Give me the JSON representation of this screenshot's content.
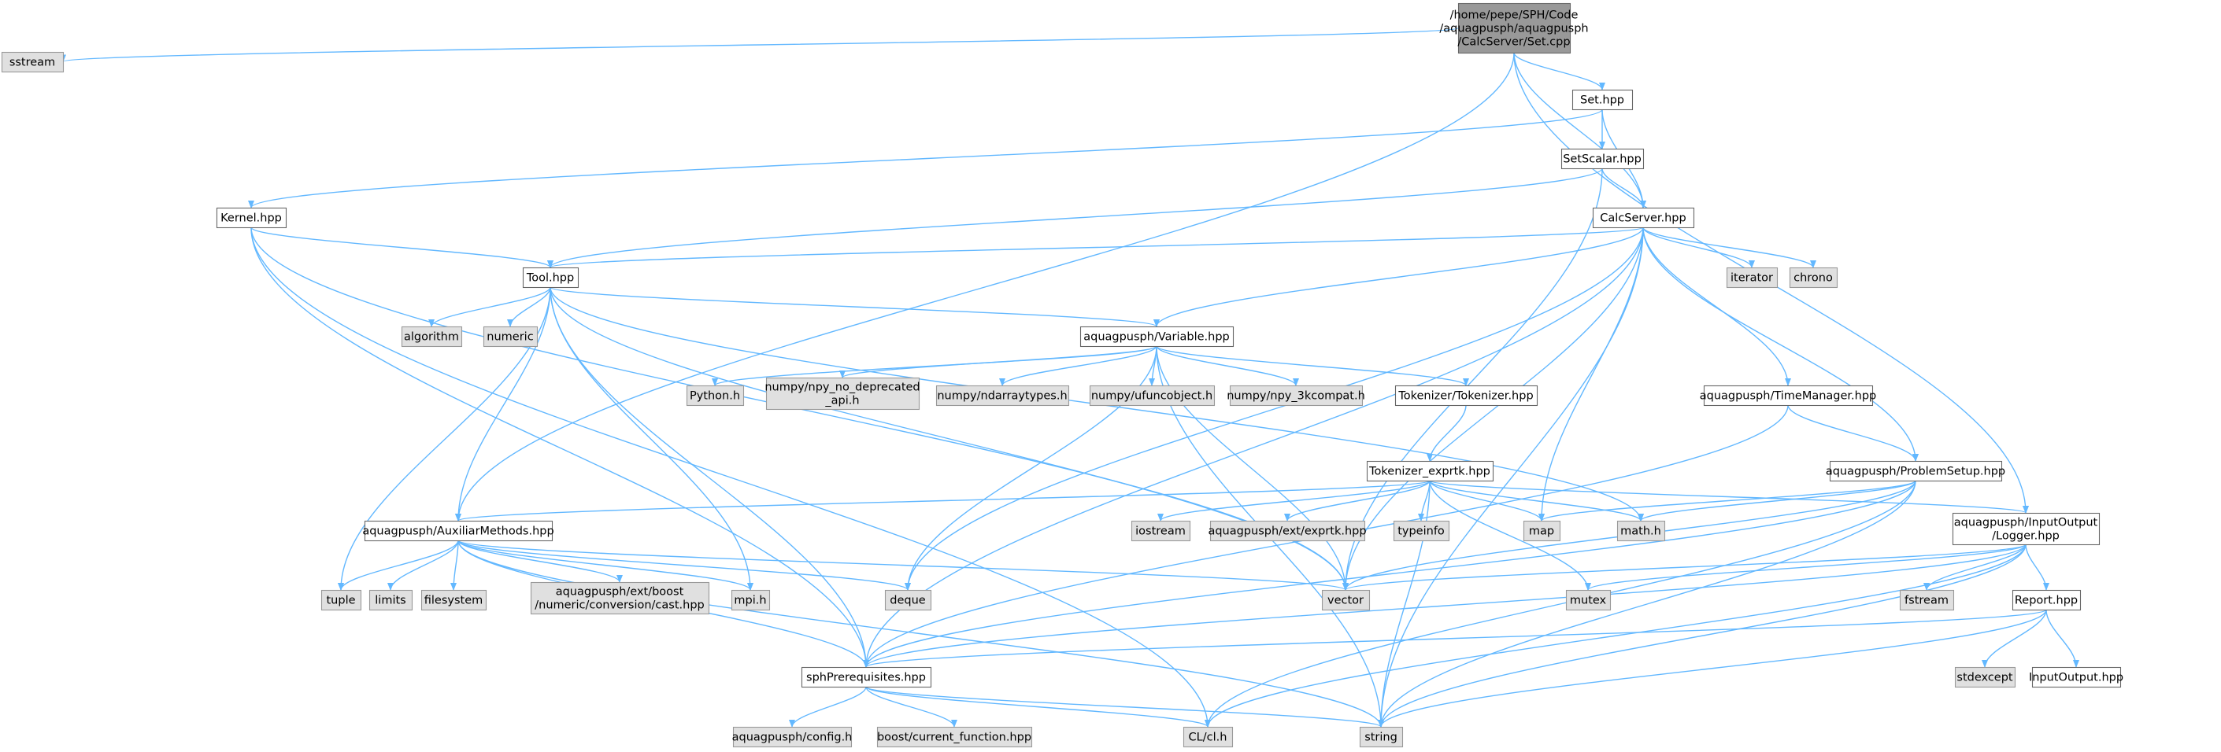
{
  "graph": {
    "colors": {
      "edge": "#63b8ff",
      "root_fill": "#999999",
      "root_stroke": "#666666",
      "doc_fill": "#ffffff",
      "doc_stroke": "#666666",
      "ext_fill": "#e0e0e0",
      "ext_stroke": "#999999"
    },
    "nodes": [
      {
        "id": "root",
        "kind": "root",
        "lines": [
          "/home/pepe/SPH/Code",
          "/aquagpusph/aquagpusph",
          "/CalcServer/Set.cpp"
        ]
      },
      {
        "id": "sstream",
        "kind": "ext",
        "lines": [
          "sstream"
        ]
      },
      {
        "id": "set_hpp",
        "kind": "doc",
        "lines": [
          "Set.hpp"
        ]
      },
      {
        "id": "setscalar_hpp",
        "kind": "doc",
        "lines": [
          "SetScalar.hpp"
        ]
      },
      {
        "id": "kernel_hpp",
        "kind": "doc",
        "lines": [
          "Kernel.hpp"
        ]
      },
      {
        "id": "calcserver_hpp",
        "kind": "doc",
        "lines": [
          "CalcServer.hpp"
        ]
      },
      {
        "id": "tool_hpp",
        "kind": "doc",
        "lines": [
          "Tool.hpp"
        ]
      },
      {
        "id": "iterator",
        "kind": "ext",
        "lines": [
          "iterator"
        ]
      },
      {
        "id": "chrono",
        "kind": "ext",
        "lines": [
          "chrono"
        ]
      },
      {
        "id": "algorithm",
        "kind": "ext",
        "lines": [
          "algorithm"
        ]
      },
      {
        "id": "numeric",
        "kind": "ext",
        "lines": [
          "numeric"
        ]
      },
      {
        "id": "variable_hpp",
        "kind": "doc",
        "lines": [
          "aquagpusph/Variable.hpp"
        ]
      },
      {
        "id": "python_h",
        "kind": "ext",
        "lines": [
          "Python.h"
        ]
      },
      {
        "id": "npy_no_dep",
        "kind": "ext",
        "lines": [
          "numpy/npy_no_deprecated",
          "_api.h"
        ]
      },
      {
        "id": "ndarraytypes",
        "kind": "ext",
        "lines": [
          "numpy/ndarraytypes.h"
        ]
      },
      {
        "id": "ufuncobject",
        "kind": "ext",
        "lines": [
          "numpy/ufuncobject.h"
        ]
      },
      {
        "id": "npy_3kcompat",
        "kind": "ext",
        "lines": [
          "numpy/npy_3kcompat.h"
        ]
      },
      {
        "id": "tokenizer_hpp",
        "kind": "doc",
        "lines": [
          "Tokenizer/Tokenizer.hpp"
        ]
      },
      {
        "id": "timemanager_hpp",
        "kind": "doc",
        "lines": [
          "aquagpusph/TimeManager.hpp"
        ]
      },
      {
        "id": "tokenizer_exprtk",
        "kind": "doc",
        "lines": [
          "Tokenizer_exprtk.hpp"
        ]
      },
      {
        "id": "problemsetup_hpp",
        "kind": "doc",
        "lines": [
          "aquagpusph/ProblemSetup.hpp"
        ]
      },
      {
        "id": "auxiliar_hpp",
        "kind": "doc",
        "lines": [
          "aquagpusph/AuxiliarMethods.hpp"
        ]
      },
      {
        "id": "iostream",
        "kind": "ext",
        "lines": [
          "iostream"
        ]
      },
      {
        "id": "exprtk",
        "kind": "ext",
        "lines": [
          "aquagpusph/ext/exprtk.hpp"
        ]
      },
      {
        "id": "typeinfo",
        "kind": "ext",
        "lines": [
          "typeinfo"
        ]
      },
      {
        "id": "map",
        "kind": "ext",
        "lines": [
          "map"
        ]
      },
      {
        "id": "math_h",
        "kind": "ext",
        "lines": [
          "math.h"
        ]
      },
      {
        "id": "logger_hpp",
        "kind": "doc",
        "lines": [
          "aquagpusph/InputOutput",
          "/Logger.hpp"
        ]
      },
      {
        "id": "tuple",
        "kind": "ext",
        "lines": [
          "tuple"
        ]
      },
      {
        "id": "limits",
        "kind": "ext",
        "lines": [
          "limits"
        ]
      },
      {
        "id": "filesystem",
        "kind": "ext",
        "lines": [
          "filesystem"
        ]
      },
      {
        "id": "boost_cast",
        "kind": "ext",
        "lines": [
          "aquagpusph/ext/boost",
          "/numeric/conversion/cast.hpp"
        ]
      },
      {
        "id": "mpi_h",
        "kind": "ext",
        "lines": [
          "mpi.h"
        ]
      },
      {
        "id": "deque",
        "kind": "ext",
        "lines": [
          "deque"
        ]
      },
      {
        "id": "vector",
        "kind": "ext",
        "lines": [
          "vector"
        ]
      },
      {
        "id": "mutex",
        "kind": "ext",
        "lines": [
          "mutex"
        ]
      },
      {
        "id": "fstream",
        "kind": "ext",
        "lines": [
          "fstream"
        ]
      },
      {
        "id": "report_hpp",
        "kind": "doc",
        "lines": [
          "Report.hpp"
        ]
      },
      {
        "id": "sphprereq_hpp",
        "kind": "doc",
        "lines": [
          "sphPrerequisites.hpp"
        ]
      },
      {
        "id": "stdexcept",
        "kind": "ext",
        "lines": [
          "stdexcept"
        ]
      },
      {
        "id": "inputoutput_hpp",
        "kind": "doc",
        "lines": [
          "InputOutput.hpp"
        ]
      },
      {
        "id": "config_h",
        "kind": "ext",
        "lines": [
          "aquagpusph/config.h"
        ]
      },
      {
        "id": "boost_curfunc",
        "kind": "ext",
        "lines": [
          "boost/current_function.hpp"
        ]
      },
      {
        "id": "cl_h",
        "kind": "ext",
        "lines": [
          "CL/cl.h"
        ]
      },
      {
        "id": "string",
        "kind": "ext",
        "lines": [
          "string"
        ]
      }
    ],
    "edges": [
      [
        "root",
        "sstream"
      ],
      [
        "root",
        "auxiliar_hpp"
      ],
      [
        "root",
        "calcserver_hpp"
      ],
      [
        "root",
        "set_hpp"
      ],
      [
        "root",
        "logger_hpp"
      ],
      [
        "set_hpp",
        "kernel_hpp"
      ],
      [
        "set_hpp",
        "setscalar_hpp"
      ],
      [
        "set_hpp",
        "calcserver_hpp"
      ],
      [
        "setscalar_hpp",
        "tool_hpp"
      ],
      [
        "setscalar_hpp",
        "calcserver_hpp"
      ],
      [
        "setscalar_hpp",
        "vector"
      ],
      [
        "kernel_hpp",
        "tool_hpp"
      ],
      [
        "kernel_hpp",
        "sphprereq_hpp"
      ],
      [
        "kernel_hpp",
        "vector"
      ],
      [
        "kernel_hpp",
        "cl_h"
      ],
      [
        "calcserver_hpp",
        "tool_hpp"
      ],
      [
        "calcserver_hpp",
        "iterator"
      ],
      [
        "calcserver_hpp",
        "chrono"
      ],
      [
        "calcserver_hpp",
        "variable_hpp"
      ],
      [
        "calcserver_hpp",
        "timemanager_hpp"
      ],
      [
        "calcserver_hpp",
        "problemsetup_hpp"
      ],
      [
        "calcserver_hpp",
        "vector"
      ],
      [
        "calcserver_hpp",
        "deque"
      ],
      [
        "calcserver_hpp",
        "map"
      ],
      [
        "calcserver_hpp",
        "string"
      ],
      [
        "calcserver_hpp",
        "sphprereq_hpp"
      ],
      [
        "tool_hpp",
        "algorithm"
      ],
      [
        "tool_hpp",
        "numeric"
      ],
      [
        "tool_hpp",
        "variable_hpp"
      ],
      [
        "tool_hpp",
        "auxiliar_hpp"
      ],
      [
        "tool_hpp",
        "tuple"
      ],
      [
        "tool_hpp",
        "mpi_h"
      ],
      [
        "tool_hpp",
        "vector"
      ],
      [
        "tool_hpp",
        "math_h"
      ],
      [
        "tool_hpp",
        "sphprereq_hpp"
      ],
      [
        "variable_hpp",
        "python_h"
      ],
      [
        "variable_hpp",
        "npy_no_dep"
      ],
      [
        "variable_hpp",
        "ndarraytypes"
      ],
      [
        "variable_hpp",
        "ufuncobject"
      ],
      [
        "variable_hpp",
        "npy_3kcompat"
      ],
      [
        "variable_hpp",
        "tokenizer_hpp"
      ],
      [
        "variable_hpp",
        "vector"
      ],
      [
        "variable_hpp",
        "deque"
      ],
      [
        "variable_hpp",
        "string"
      ],
      [
        "tokenizer_hpp",
        "tokenizer_exprtk"
      ],
      [
        "tokenizer_exprtk",
        "auxiliar_hpp"
      ],
      [
        "tokenizer_exprtk",
        "iostream"
      ],
      [
        "tokenizer_exprtk",
        "exprtk"
      ],
      [
        "tokenizer_exprtk",
        "typeinfo"
      ],
      [
        "tokenizer_exprtk",
        "map"
      ],
      [
        "tokenizer_exprtk",
        "math_h"
      ],
      [
        "tokenizer_exprtk",
        "mutex"
      ],
      [
        "tokenizer_exprtk",
        "logger_hpp"
      ],
      [
        "tokenizer_exprtk",
        "string"
      ],
      [
        "timemanager_hpp",
        "problemsetup_hpp"
      ],
      [
        "timemanager_hpp",
        "sphprereq_hpp"
      ],
      [
        "problemsetup_hpp",
        "map"
      ],
      [
        "problemsetup_hpp",
        "math_h"
      ],
      [
        "problemsetup_hpp",
        "vector"
      ],
      [
        "problemsetup_hpp",
        "sphprereq_hpp"
      ],
      [
        "problemsetup_hpp",
        "cl_h"
      ],
      [
        "problemsetup_hpp",
        "string"
      ],
      [
        "auxiliar_hpp",
        "tuple"
      ],
      [
        "auxiliar_hpp",
        "limits"
      ],
      [
        "auxiliar_hpp",
        "filesystem"
      ],
      [
        "auxiliar_hpp",
        "boost_cast"
      ],
      [
        "auxiliar_hpp",
        "mpi_h"
      ],
      [
        "auxiliar_hpp",
        "deque"
      ],
      [
        "auxiliar_hpp",
        "vector"
      ],
      [
        "auxiliar_hpp",
        "sphprereq_hpp"
      ],
      [
        "auxiliar_hpp",
        "string"
      ],
      [
        "logger_hpp",
        "fstream"
      ],
      [
        "logger_hpp",
        "report_hpp"
      ],
      [
        "logger_hpp",
        "vector"
      ],
      [
        "logger_hpp",
        "mutex"
      ],
      [
        "logger_hpp",
        "sphprereq_hpp"
      ],
      [
        "logger_hpp",
        "cl_h"
      ],
      [
        "logger_hpp",
        "string"
      ],
      [
        "report_hpp",
        "stdexcept"
      ],
      [
        "report_hpp",
        "inputoutput_hpp"
      ],
      [
        "report_hpp",
        "sphprereq_hpp"
      ],
      [
        "report_hpp",
        "string"
      ],
      [
        "sphprereq_hpp",
        "config_h"
      ],
      [
        "sphprereq_hpp",
        "boost_curfunc"
      ],
      [
        "sphprereq_hpp",
        "cl_h"
      ],
      [
        "sphprereq_hpp",
        "string"
      ]
    ]
  }
}
